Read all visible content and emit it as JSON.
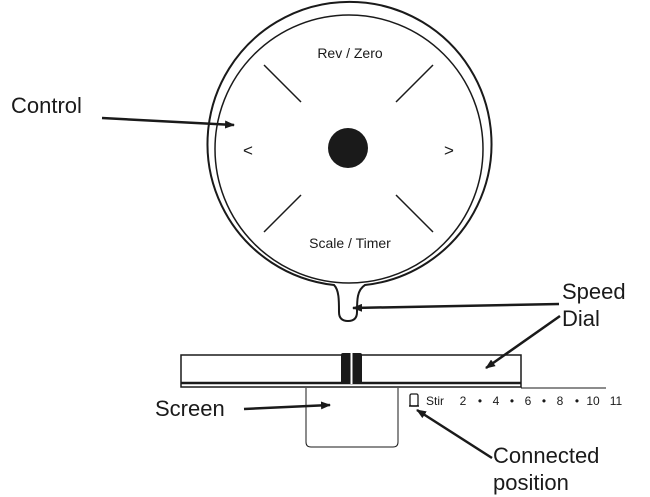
{
  "control": {
    "top_label": "Rev / Zero",
    "bottom_label": "Scale / Timer",
    "left_glyph": "<",
    "right_glyph": ">",
    "center_button": "center-button"
  },
  "callouts": {
    "control": "Control",
    "speed_dial_line1": "Speed",
    "speed_dial_line2": "Dial",
    "screen": "Screen",
    "connected_line1": "Connected",
    "connected_line2": "position"
  },
  "speed_scale": {
    "icon": "phone-icon",
    "stir": "Stir",
    "marks": [
      "2",
      "•",
      "4",
      "•",
      "6",
      "•",
      "8",
      "•",
      "10",
      "11"
    ]
  },
  "colors": {
    "ink": "#1a1a1a",
    "paper": "#ffffff"
  }
}
